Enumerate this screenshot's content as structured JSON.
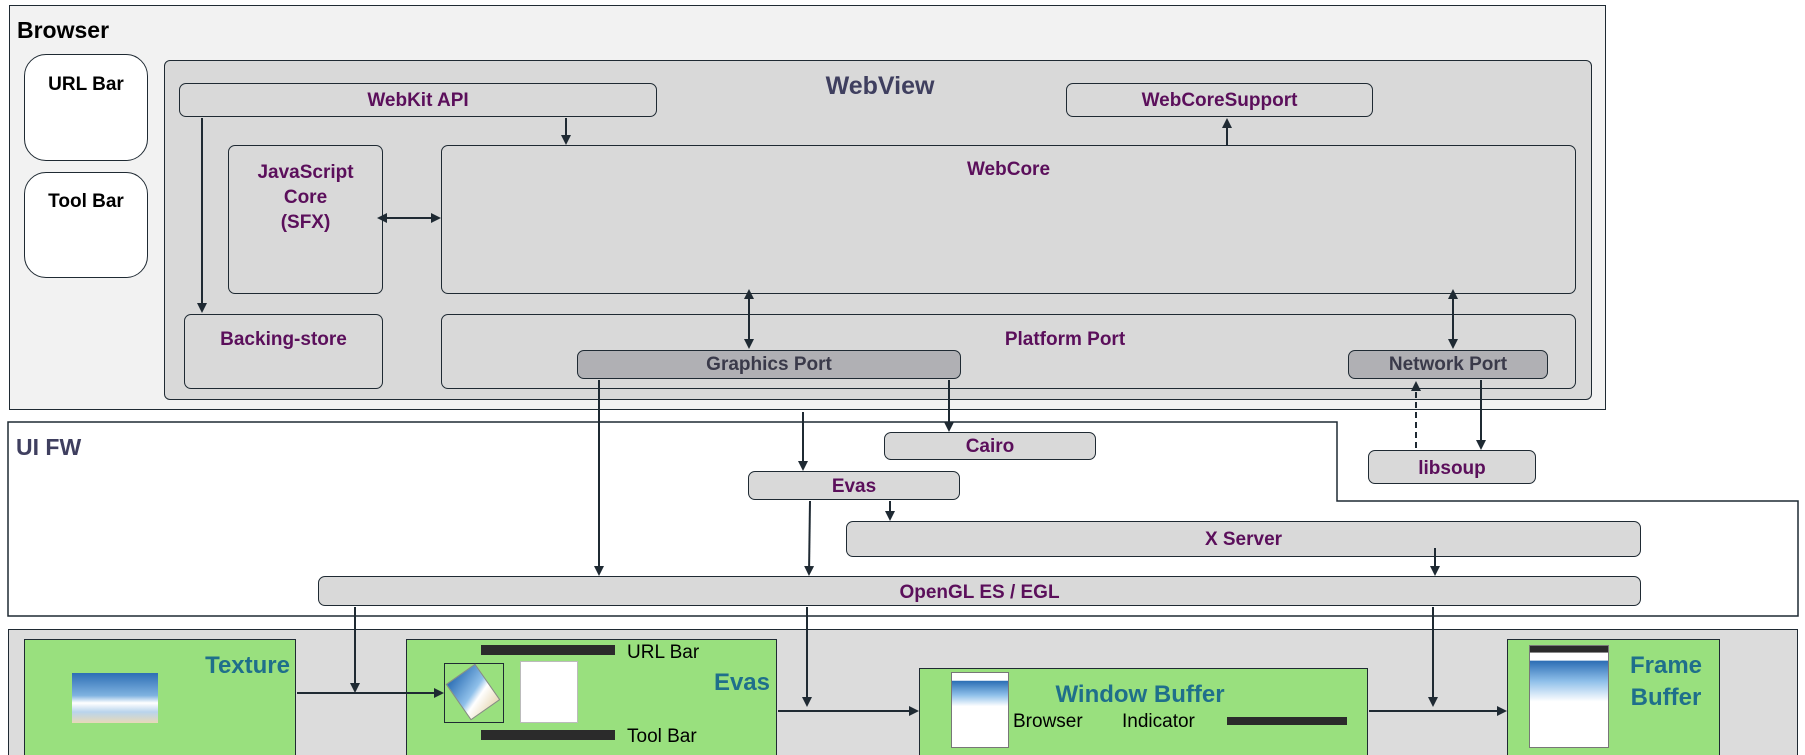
{
  "browser": {
    "title": "Browser",
    "url_bar": "URL Bar",
    "tool_bar": "Tool Bar",
    "webview": {
      "title": "WebView",
      "webkit_api": "WebKit API",
      "webcore_support": "WebCoreSupport",
      "javascript_core": [
        "JavaScript",
        "Core",
        "(SFX)"
      ],
      "webcore": "WebCore",
      "backing_store": "Backing-store",
      "platform_port": "Platform Port",
      "graphics_port": "Graphics Port",
      "network_port": "Network Port"
    }
  },
  "ui_fw": {
    "title": "UI FW",
    "cairo": "Cairo",
    "evas": "Evas",
    "x_server": "X Server",
    "opengl": "OpenGL ES / EGL",
    "libsoup": "libsoup"
  },
  "bottom": {
    "texture": "Texture",
    "evas": {
      "title": "Evas",
      "url_bar": "URL Bar",
      "tool_bar": "Tool Bar"
    },
    "window_buffer": {
      "title": "Window Buffer",
      "browser": "Browser",
      "indicator": "Indicator"
    },
    "frame_buffer": [
      "Frame",
      "Buffer"
    ]
  },
  "colors": {
    "purple": "#5b0f5b",
    "teal": "#1f6f8b",
    "green": "#99e07e",
    "gray": "#d9d9d9",
    "dark_gray": "#b0b0b4"
  }
}
